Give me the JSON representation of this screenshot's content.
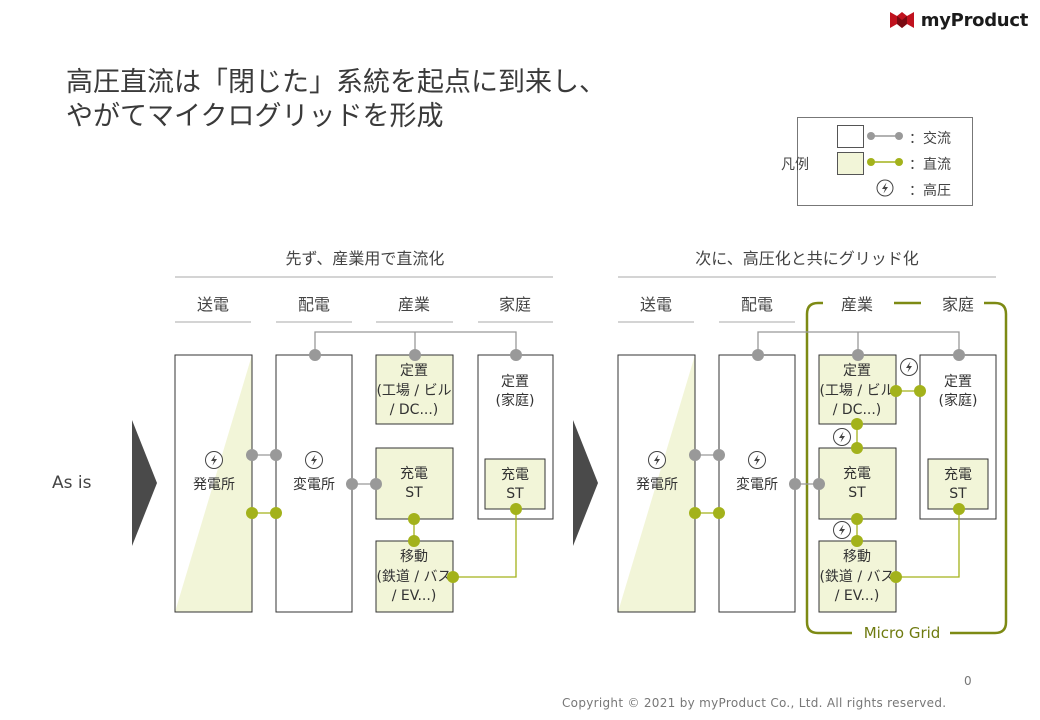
{
  "logo": {
    "name": "myProduct",
    "color": "#c0121e"
  },
  "title": {
    "line1": "高圧直流は「閉じた」系統を起点に到来し、",
    "line2": "やがてマイクログリッドを形成"
  },
  "legend": {
    "heading": "凡例",
    "ac": "：交流",
    "dc": "：直流",
    "hv": "：高圧"
  },
  "row_label": "As is",
  "colors": {
    "ac": "#999999",
    "dc": "#a3b21b",
    "dc_fill": "#f2f5d8"
  },
  "left": {
    "heading": "先ず、産業用で直流化",
    "columns": [
      "送電",
      "配電",
      "産業",
      "家庭"
    ],
    "plant": "発電所",
    "substation": "変電所",
    "stationary": [
      "定置",
      "(工場 / ビル",
      "/ DC...)"
    ],
    "charging": [
      "充電",
      "ST"
    ],
    "mobile": [
      "移動",
      "(鉄道 / バス",
      "/ EV...)"
    ],
    "home_stationary": [
      "定置",
      "(家庭)"
    ],
    "home_charging": [
      "充電",
      "ST"
    ]
  },
  "right": {
    "heading": "次に、高圧化と共にグリッド化",
    "columns": [
      "送電",
      "配電",
      "産業",
      "家庭"
    ],
    "plant": "発電所",
    "substation": "変電所",
    "stationary": [
      "定置",
      "(工場 / ビル",
      "/ DC...)"
    ],
    "charging": [
      "充電",
      "ST"
    ],
    "mobile": [
      "移動",
      "(鉄道 / バス",
      "/ EV...)"
    ],
    "home_stationary": [
      "定置",
      "(家庭)"
    ],
    "home_charging": [
      "充電",
      "ST"
    ],
    "micro_grid": "Micro Grid"
  },
  "page_number": "0",
  "copyright": "Copyright © 2021 by myProduct Co., Ltd.  All rights reserved."
}
